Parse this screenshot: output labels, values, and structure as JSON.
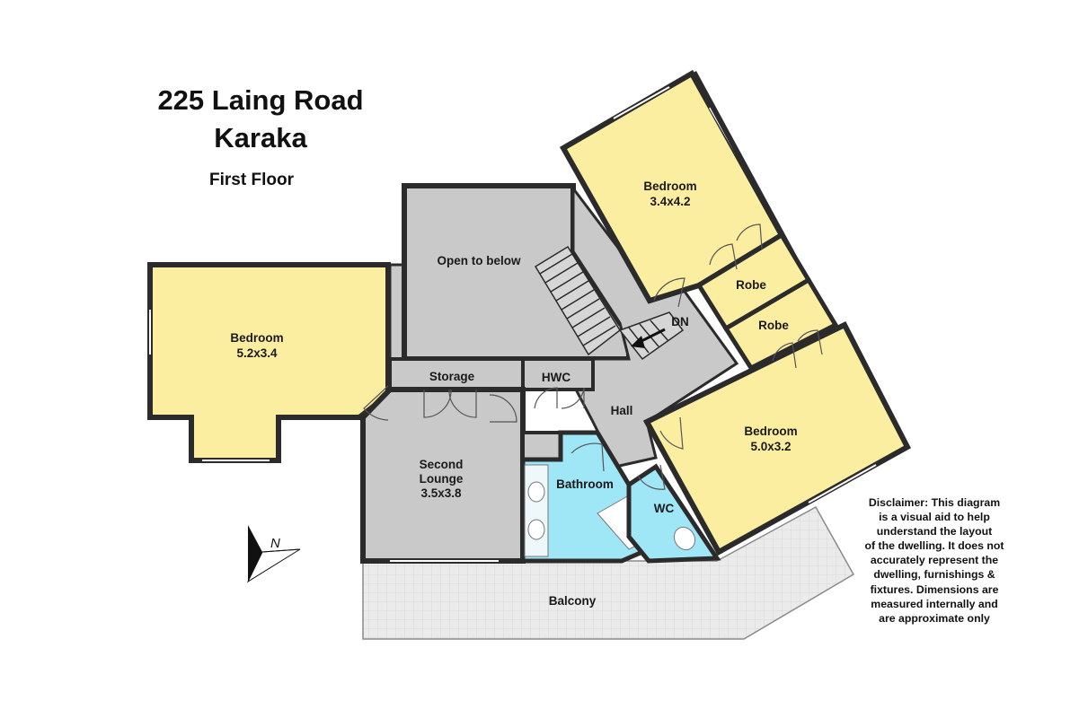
{
  "header": {
    "address_line1": "225 Laing Road",
    "address_line2": "Karaka",
    "floor": "First Floor"
  },
  "rooms": {
    "bedroom_west": {
      "name": "Bedroom",
      "size": "5.2x3.4"
    },
    "open_to_below": {
      "name": "Open to below"
    },
    "bedroom_north": {
      "name": "Bedroom",
      "size": "3.4x4.2"
    },
    "robe_1": {
      "name": "Robe"
    },
    "robe_2": {
      "name": "Robe"
    },
    "stair_label": {
      "name": "DN"
    },
    "storage": {
      "name": "Storage"
    },
    "hwc": {
      "name": "HWC"
    },
    "hall": {
      "name": "Hall"
    },
    "second_lounge": {
      "name_line1": "Second",
      "name_line2": "Lounge",
      "size": "3.5x3.8"
    },
    "bathroom": {
      "name": "Bathroom"
    },
    "wc": {
      "name": "WC"
    },
    "bedroom_east": {
      "name": "Bedroom",
      "size": "5.0x3.2"
    },
    "balcony": {
      "name": "Balcony"
    }
  },
  "compass": {
    "label": "N",
    "icon": "north-arrow-icon"
  },
  "disclaimer": {
    "lines": [
      "Disclaimer: This diagram",
      "is a visual aid to help",
      "understand the layout",
      "of the dwelling. It does not",
      "accurately represent the",
      "dwelling, furnishings &",
      "fixtures. Dimensions are",
      "measured internally and",
      "are approximate only"
    ]
  },
  "colors": {
    "bedroom": "#fbeea1",
    "circulation": "#c9c9c9",
    "wet_area": "#9fe6f7",
    "balcony": "#e9e9e9",
    "wall": "#2b2b2b"
  }
}
